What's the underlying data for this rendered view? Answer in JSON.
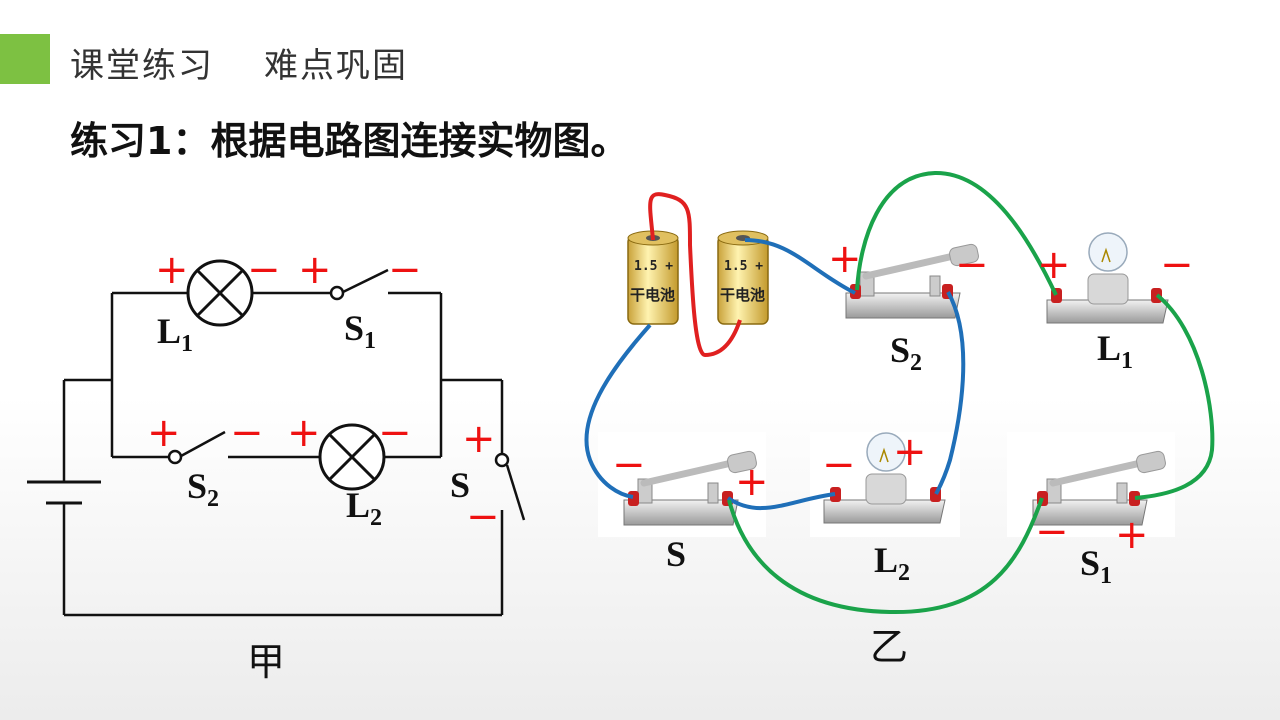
{
  "header": {
    "title": "课堂练习",
    "subtitle": "难点巩固"
  },
  "exercise": "练习1：根据电路图连接实物图。",
  "captions": {
    "left": "甲",
    "right": "乙"
  },
  "labels": {
    "L": "L",
    "S": "S",
    "one": "1",
    "two": "2"
  },
  "signs": {
    "plus": "+",
    "minus": "−"
  },
  "battery": {
    "voltage": "1.5 +",
    "name": "干电池"
  },
  "colors": {
    "accent": "#7dc142",
    "wire_red": "#e02020",
    "wire_blue": "#1f6fb8",
    "wire_green": "#1aa34a",
    "sign_red": "#e11111"
  }
}
